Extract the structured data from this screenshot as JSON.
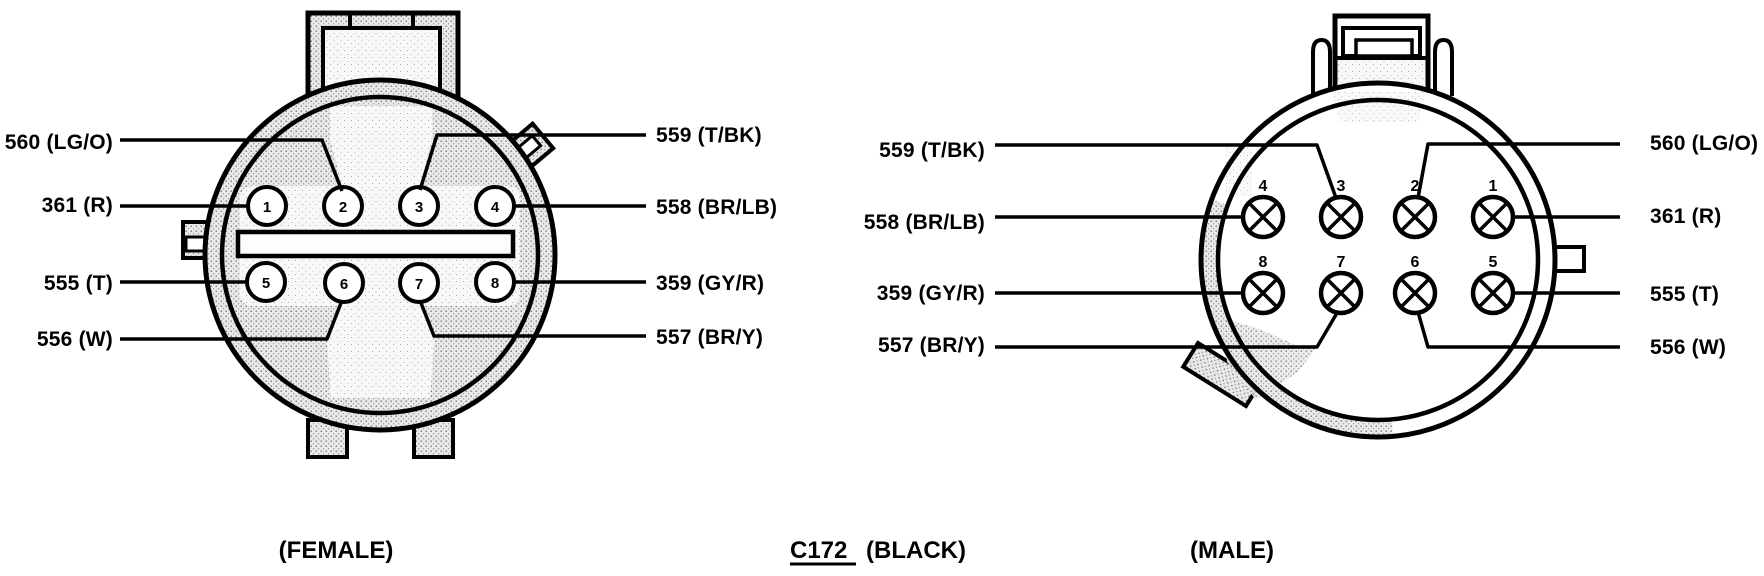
{
  "diagram": {
    "title": "connector-pinout",
    "connector_id": "C172",
    "connector_color": "(BLACK)",
    "female": {
      "caption": "(FEMALE)",
      "left_wires": [
        {
          "label": "560 (LG/O)",
          "pin": "2"
        },
        {
          "label": "361 (R)",
          "pin": "1"
        },
        {
          "label": "555 (T)",
          "pin": "5"
        },
        {
          "label": "556 (W)",
          "pin": "6"
        }
      ],
      "right_wires": [
        {
          "label": "559 (T/BK)",
          "pin": "3"
        },
        {
          "label": "558 (BR/LB)",
          "pin": "4"
        },
        {
          "label": "359 (GY/R)",
          "pin": "8"
        },
        {
          "label": "557 (BR/Y)",
          "pin": "7"
        }
      ],
      "pins": [
        "1",
        "2",
        "3",
        "4",
        "5",
        "6",
        "7",
        "8"
      ]
    },
    "male": {
      "caption": "(MALE)",
      "left_wires": [
        {
          "label": "559 (T/BK)",
          "pin": "3"
        },
        {
          "label": "558 (BR/LB)",
          "pin": "4"
        },
        {
          "label": "359 (GY/R)",
          "pin": "8"
        },
        {
          "label": "557 (BR/Y)",
          "pin": "7"
        }
      ],
      "right_wires": [
        {
          "label": "560 (LG/O)",
          "pin": "2"
        },
        {
          "label": "361 (R)",
          "pin": "1"
        },
        {
          "label": "555 (T)",
          "pin": "5"
        },
        {
          "label": "556 (W)",
          "pin": "6"
        }
      ],
      "pins_top": [
        "4",
        "3",
        "2",
        "1"
      ],
      "pins_bottom": [
        "8",
        "7",
        "6",
        "5"
      ]
    }
  }
}
